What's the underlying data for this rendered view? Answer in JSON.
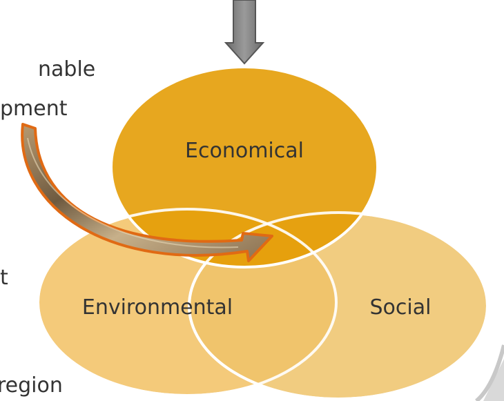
{
  "diagram": {
    "circles": {
      "economical": "Economical",
      "environmental": "Environmental",
      "social": "Social"
    },
    "side_text": {
      "line1": "nable",
      "line2": "pment",
      "line3": "t",
      "line4": "region"
    }
  },
  "colors": {
    "economical_fill": "#E49B00",
    "environmental_fill": "#F3C773",
    "social_fill": "#F1CB7A",
    "arrow_gray": "#7f7f7f",
    "curved_arrow_outline": "#E06A14",
    "text": "#333333"
  },
  "icons": {
    "top_arrow": "down-arrow-icon",
    "curved_arrow": "curved-arrow-icon"
  }
}
